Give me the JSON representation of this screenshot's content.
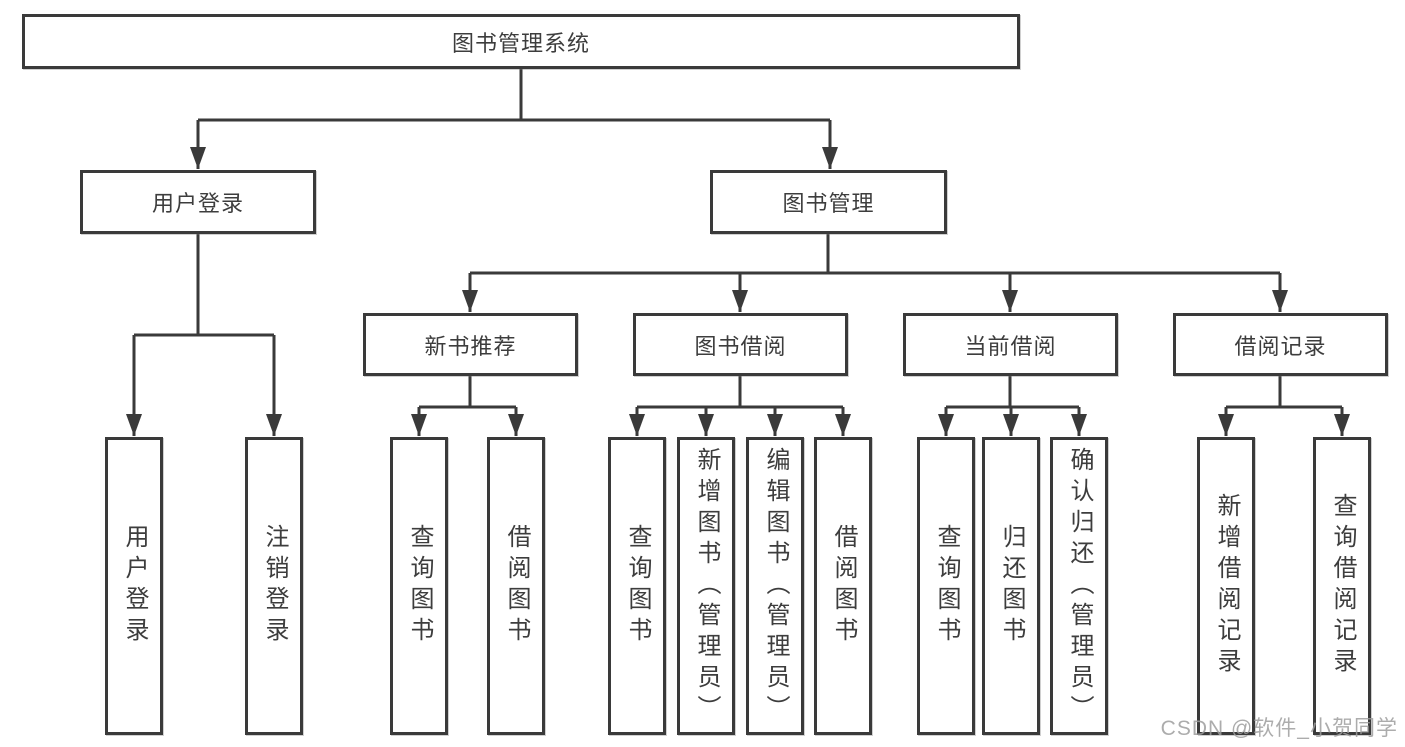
{
  "diagram": {
    "tree": {
      "label": "图书管理系统",
      "children": [
        {
          "label": "用户登录",
          "children": [
            {
              "label": "用户登录"
            },
            {
              "label": "注销登录"
            }
          ]
        },
        {
          "label": "图书管理",
          "children": [
            {
              "label": "新书推荐",
              "children": [
                {
                  "label": "查询图书"
                },
                {
                  "label": "借阅图书"
                }
              ]
            },
            {
              "label": "图书借阅",
              "children": [
                {
                  "label": "查询图书"
                },
                {
                  "label": "新增图书（管理员）"
                },
                {
                  "label": "编辑图书（管理员）"
                },
                {
                  "label": "借阅图书"
                }
              ]
            },
            {
              "label": "当前借阅",
              "children": [
                {
                  "label": "查询图书"
                },
                {
                  "label": "归还图书"
                },
                {
                  "label": "确认归还（管理员）"
                }
              ]
            },
            {
              "label": "借阅记录",
              "children": [
                {
                  "label": "新增借阅记录"
                },
                {
                  "label": "查询借阅记录"
                }
              ]
            }
          ]
        }
      ]
    },
    "colors": {
      "line": "#3a3a3a",
      "text": "#3d3d3d",
      "box_background": "#ffffff",
      "watermark": "#9e9e9e"
    }
  },
  "watermark": {
    "text": "CSDN @软件_小贺同学"
  }
}
